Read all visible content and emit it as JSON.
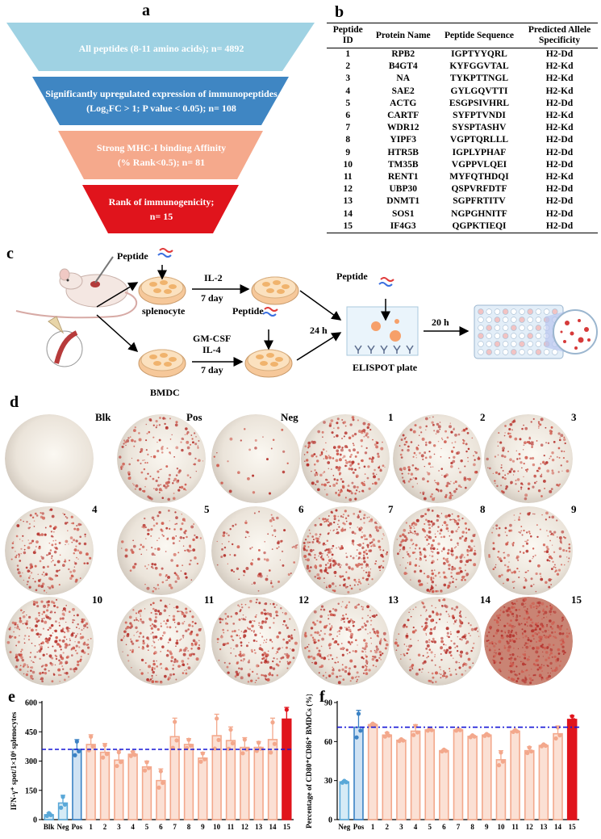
{
  "panels": {
    "a": "a",
    "b": "b",
    "c": "c",
    "d": "d",
    "e": "e",
    "f": "f"
  },
  "funnel": {
    "level1": "All peptides (8-11 amino acids); n= 4892",
    "level2_line1": "Significantly upregulated expression of immunopeptides",
    "level2_line2": "(Log₂FC > 1; P value < 0.05); n= 108",
    "level3_line1": "Strong MHC-I binding Affinity",
    "level3_line2": "(% Rank<0.5); n= 81",
    "level4_line1": "Rank of immunogenicity;",
    "level4_line2": "n= 15",
    "colors": [
      "#9fd2e3",
      "#3f86c3",
      "#f5a98c",
      "#e0141c"
    ]
  },
  "table": {
    "headers": [
      "Peptide ID",
      "Protein Name",
      "Peptide Sequence",
      "Predicted Allele Specificity"
    ],
    "rows": [
      [
        "1",
        "RPB2",
        "IGPTYYQRL",
        "H2-Dd"
      ],
      [
        "2",
        "B4GT4",
        "KYFGGVTAL",
        "H2-Kd"
      ],
      [
        "3",
        "NA",
        "TYKPTTNGL",
        "H2-Kd"
      ],
      [
        "4",
        "SAE2",
        "GYLGQVTTI",
        "H2-Kd"
      ],
      [
        "5",
        "ACTG",
        "ESGPSIVHRL",
        "H2-Dd"
      ],
      [
        "6",
        "CARTF",
        "SYFPTVNDI",
        "H2-Kd"
      ],
      [
        "7",
        "WDR12",
        "SYSPTASHV",
        "H2-Kd"
      ],
      [
        "8",
        "YIPF3",
        "VGPTQRLLL",
        "H2-Dd"
      ],
      [
        "9",
        "HTR5B",
        "IGPLYPHAF",
        "H2-Dd"
      ],
      [
        "10",
        "TM35B",
        "VGPPVLQEI",
        "H2-Dd"
      ],
      [
        "11",
        "RENT1",
        "MYFQTHDQI",
        "H2-Kd"
      ],
      [
        "12",
        "UBP30",
        "QSPVRFDTF",
        "H2-Dd"
      ],
      [
        "13",
        "DNMT1",
        "SGPFRTITV",
        "H2-Dd"
      ],
      [
        "14",
        "SOS1",
        "NGPGHNITF",
        "H2-Dd"
      ],
      [
        "15",
        "IF4G3",
        "QGPKTIEQI",
        "H2-Dd"
      ]
    ]
  },
  "workflow": {
    "peptide1": "Peptide",
    "splenocyte": "splenocyte",
    "il2": "IL-2",
    "day1": "7 day",
    "peptide2": "Peptide",
    "gmcsf": "GM-CSF",
    "il4": "IL-4",
    "day2": "7 day",
    "bmdc": "BMDC",
    "h24": "24 h",
    "peptide3": "Peptide",
    "elispot": "ELISPOT plate",
    "h20": "20 h"
  },
  "wells": [
    {
      "label": "Blk",
      "density": 0
    },
    {
      "label": "Pos",
      "density": 160
    },
    {
      "label": "Neg",
      "density": 25
    },
    {
      "label": "1",
      "density": 230
    },
    {
      "label": "2",
      "density": 190
    },
    {
      "label": "3",
      "density": 170
    },
    {
      "label": "4",
      "density": 200
    },
    {
      "label": "5",
      "density": 130
    },
    {
      "label": "6",
      "density": 90
    },
    {
      "label": "7",
      "density": 300
    },
    {
      "label": "8",
      "density": 280
    },
    {
      "label": "9",
      "density": 170
    },
    {
      "label": "10",
      "density": 300
    },
    {
      "label": "11",
      "density": 250
    },
    {
      "label": "12",
      "density": 250
    },
    {
      "label": "13",
      "density": 260
    },
    {
      "label": "14",
      "density": 230
    },
    {
      "label": "15",
      "density": 400
    }
  ],
  "chart_data": [
    {
      "type": "bar",
      "ylabel": "IFN-γ⁺ spot/1×10⁶ splenocytes",
      "categories": [
        "Blk",
        "Neg",
        "Pos",
        "1",
        "2",
        "3",
        "4",
        "5",
        "6",
        "7",
        "8",
        "9",
        "10",
        "11",
        "12",
        "13",
        "14",
        "15"
      ],
      "values": [
        25,
        85,
        360,
        385,
        345,
        305,
        335,
        270,
        200,
        425,
        385,
        315,
        430,
        405,
        370,
        370,
        410,
        515
      ],
      "errors": [
        10,
        40,
        50,
        50,
        45,
        50,
        15,
        30,
        60,
        95,
        30,
        30,
        110,
        70,
        50,
        30,
        110,
        60
      ],
      "colors": [
        "#5aa8d8",
        "#5aa8d8",
        "#3b82c4",
        "#f6b8a0",
        "#f6b8a0",
        "#f6b8a0",
        "#f6b8a0",
        "#f6b8a0",
        "#f6b8a0",
        "#f6b8a0",
        "#f6b8a0",
        "#f6b8a0",
        "#f6b8a0",
        "#f6b8a0",
        "#f6b8a0",
        "#f6b8a0",
        "#f6b8a0",
        "#e0141c"
      ],
      "ylim": [
        0,
        600
      ],
      "yticks": [
        "0",
        "150",
        "300",
        "450",
        "600"
      ],
      "reference_line": 360,
      "reference_color": "#1515d6"
    },
    {
      "type": "bar",
      "ylabel": "Percentage of CD80⁺CD86⁺ BMDCs (%)",
      "categories": [
        "Neg",
        "Pos",
        "1",
        "2",
        "3",
        "4",
        "5",
        "6",
        "7",
        "8",
        "9",
        "10",
        "11",
        "12",
        "13",
        "14",
        "15"
      ],
      "values": [
        29,
        71,
        73,
        65,
        61,
        68,
        69,
        53,
        69,
        64,
        65,
        46,
        68,
        53,
        57,
        66,
        77
      ],
      "errors": [
        1,
        13,
        1,
        2,
        1,
        5,
        1,
        1,
        1,
        1,
        1,
        7,
        1,
        3,
        1,
        6,
        3
      ],
      "colors": [
        "#5aa8d8",
        "#3b82c4",
        "#f6b8a0",
        "#f6b8a0",
        "#f6b8a0",
        "#f6b8a0",
        "#f6b8a0",
        "#f6b8a0",
        "#f6b8a0",
        "#f6b8a0",
        "#f6b8a0",
        "#f6b8a0",
        "#f6b8a0",
        "#f6b8a0",
        "#f6b8a0",
        "#f6b8a0",
        "#e0141c"
      ],
      "ylim": [
        0,
        90
      ],
      "yticks": [
        "0",
        "30",
        "60",
        "90"
      ],
      "reference_line": 71,
      "reference_color": "#1515d6"
    }
  ]
}
